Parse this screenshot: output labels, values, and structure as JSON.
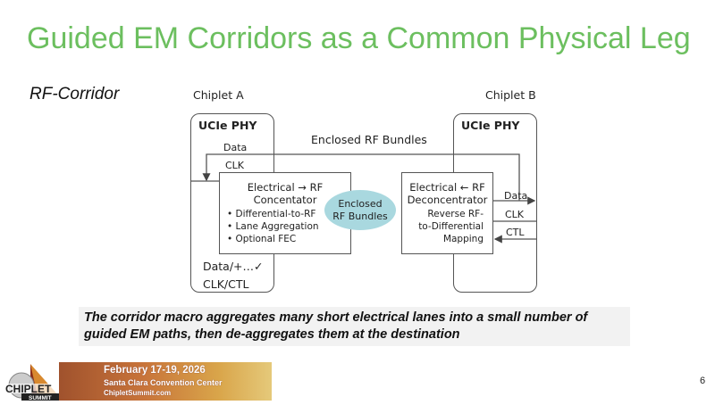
{
  "slide": {
    "title": "Guided EM Corridors as a Common Physical Leg",
    "subtitle": "RF-Corridor",
    "caption": "The corridor macro aggregates many short electrical lanes into a small number of guided EM paths, then de-aggregates them at the destination",
    "page_number": "6",
    "title_color": "#6cbf5f"
  },
  "diagram": {
    "chiplet_a": {
      "label": "Chiplet A",
      "phy": "UCIe PHY",
      "data": "Data",
      "clk": "CLK",
      "bottom_1": "Data/+…✓",
      "bottom_2": "CLK/CTL"
    },
    "chiplet_b": {
      "label": "Chiplet B",
      "phy": "UCIe PHY",
      "data": "Data",
      "clk": "CLK",
      "ctl": "CTL"
    },
    "bundle_label": "Enclosed RF Bundles",
    "concentrator": {
      "line1": "Electrical → RF",
      "line2": "Concentator",
      "bullets": [
        "• Differential-to-RF",
        "• Lane Aggregation",
        "• Optional FEC"
      ]
    },
    "ellipse": {
      "line1": "Enclosed",
      "line2": "RF Bundles",
      "color": "#a9d8df"
    },
    "deconcentrator": {
      "line1": "Electrical ← RF",
      "line2": "Deconcentrator",
      "desc": [
        "Reverse RF-",
        "to-Differential",
        "Mapping"
      ]
    }
  },
  "footer": {
    "logo_text": "CHIPLET",
    "logo_sub": "SUMMIT",
    "date": "February 17-19, 2026",
    "venue": "Santa Clara Convention Center",
    "website": "ChipletSummit.com"
  }
}
